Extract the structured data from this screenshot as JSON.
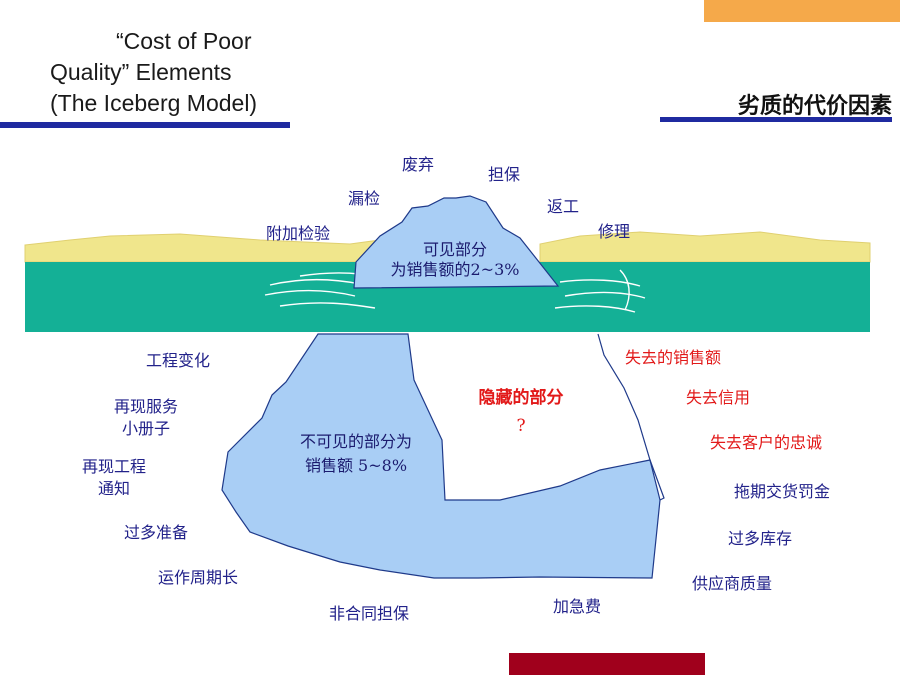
{
  "header": {
    "title_en": [
      "“Cost of Poor",
      "Quality” Elements",
      "(The Iceberg Model)"
    ],
    "title_cn": "劣质的代价因素"
  },
  "colors": {
    "bar_blue": "#1f2aa0",
    "accent_orange": "#f5a94a",
    "accent_red": "#a0001c",
    "sea": "#14b096",
    "shore": "#f0e68c",
    "ice": "#a9cef5",
    "label_blue": "#22228a",
    "label_red": "#e21919"
  },
  "iceberg": {
    "visible_part": [
      "可见部分",
      "为销售额的2~3%"
    ],
    "invisible_part": [
      "不可见的部分为",
      "销售额  5~8%"
    ],
    "hidden_part": [
      "隐藏的部分",
      "?"
    ]
  },
  "labels": {
    "above": [
      "废弃",
      "担保",
      "漏检",
      "返工",
      "附加检验",
      "修理"
    ],
    "below_left": [
      "工程变化",
      "再现服务",
      "小册子",
      "再现工程",
      "通知",
      "过多准备",
      "运作周期长",
      "非合同担保",
      "加急费"
    ],
    "below_right_red": [
      "失去的销售额",
      "失去信用",
      "失去客户的忠诚"
    ],
    "below_right_blue": [
      "拖期交货罚金",
      "过多库存",
      "供应商质量"
    ]
  }
}
